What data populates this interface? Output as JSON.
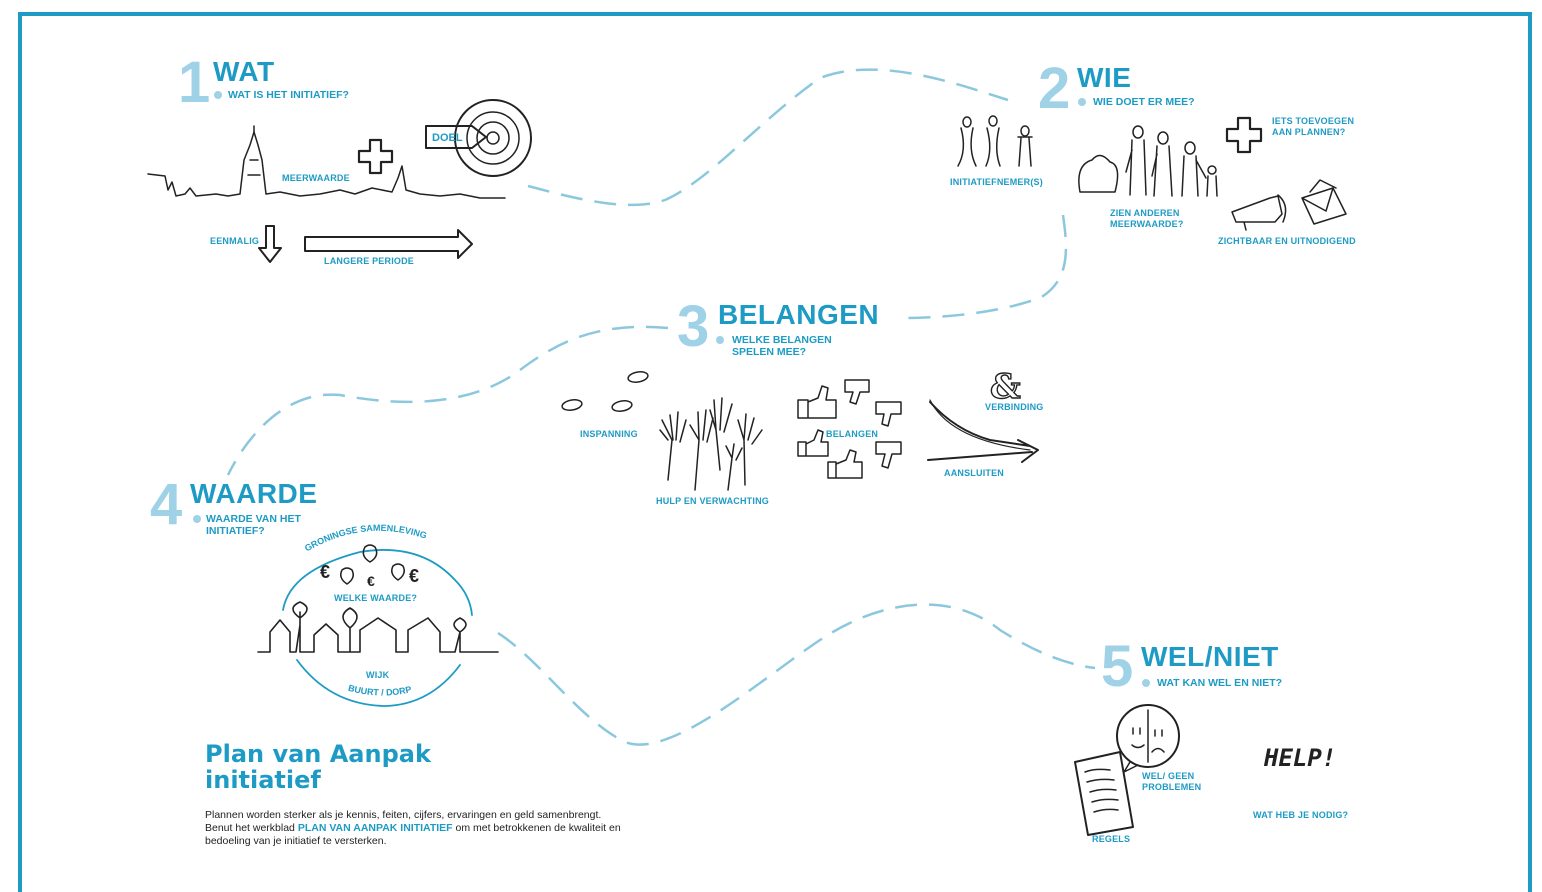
{
  "steps": [
    {
      "num": "1",
      "title": "WAT",
      "question": "WAT IS HET INITIATIEF?"
    },
    {
      "num": "2",
      "title": "WIE",
      "question": "WIE DOET ER MEE?"
    },
    {
      "num": "3",
      "title": "BELANGEN",
      "question": "WELKE BELANGEN SPELEN MEE?"
    },
    {
      "num": "4",
      "title": "WAARDE",
      "question": "WAARDE VAN HET INITIATIEF?"
    },
    {
      "num": "5",
      "title": "WEL/NIET",
      "question": "WAT KAN WEL EN NIET?"
    }
  ],
  "labels": {
    "meerwaarde": "MEERWAARDE",
    "doel": "DOEL",
    "eenmalig": "EENMALIG",
    "langere_periode": "LANGERE PERIODE",
    "initiatiefnemers": "INITIATIEFNEMER(S)",
    "iets_toevoegen": "IETS TOEVOEGEN AAN PLANNEN?",
    "zien_anderen": "ZIEN ANDEREN MEERWAARDE?",
    "zichtbaar": "ZICHTBAAR EN UITNODIGEND",
    "inspanning": "INSPANNING",
    "hulp": "HULP EN VERWACHTING",
    "belangen": "BELANGEN",
    "verbinding": "VERBINDING",
    "aansluiten": "AANSLUITEN",
    "ampersand": "&",
    "groningse": "GRONINGSE SAMENLEVING",
    "welke_waarde": "WELKE WAARDE?",
    "wijk": "WIJK",
    "buurt": "BUURT / DORP",
    "wel_geen": "WEL/ GEEN PROBLEMEN",
    "help": "HELP!",
    "regels": "REGELS",
    "wat_heb": "WAT HEB JE NODIG?",
    "euro": "€"
  },
  "plan": {
    "title_line1": "Plan van Aanpak",
    "title_line2": "initiatief",
    "body_part1": "Plannen worden sterker als je kennis, feiten, cijfers, ervaringen en geld samenbrengt. Benut het werkblad ",
    "body_highlight": "PLAN VAN AANPAK INITIATIEF",
    "body_part2": " om met betrokkenen de kwaliteit en bedoeling van je initiatief te versterken."
  },
  "colors": {
    "accent": "#1d9bc4",
    "number": "#9fd2e6",
    "path": "#8cc8dd",
    "ink": "#222222"
  }
}
